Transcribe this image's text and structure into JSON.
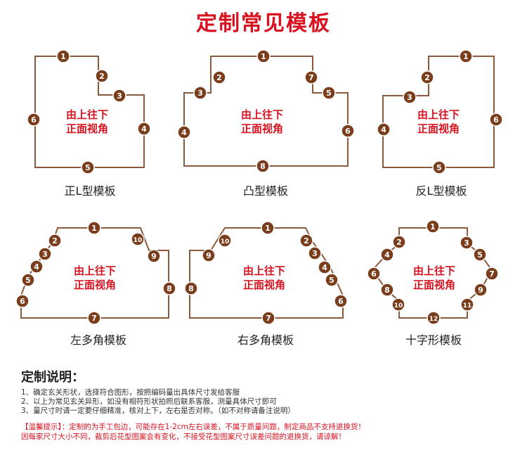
{
  "title": "定制常见模板",
  "center_text": [
    "由上往下",
    "正面视角"
  ],
  "colors": {
    "title": "#d8121f",
    "outline": "#8a5a3c",
    "badge": "#7a3e1c",
    "center_text": "#d8121f",
    "tip_text": "#d8121f"
  },
  "shapes": [
    {
      "label": "正L型模板",
      "numbers": [
        "1",
        "2",
        "3",
        "4",
        "5",
        "6"
      ]
    },
    {
      "label": "凸型模板",
      "numbers": [
        "1",
        "2",
        "3",
        "4",
        "5",
        "6",
        "7",
        "8"
      ]
    },
    {
      "label": "反L型模板",
      "numbers": [
        "1",
        "2",
        "3",
        "4",
        "5",
        "6"
      ]
    },
    {
      "label": "左多角模板",
      "numbers": [
        "1",
        "2",
        "3",
        "4",
        "5",
        "6",
        "7",
        "8",
        "9",
        "10"
      ]
    },
    {
      "label": "右多角模板",
      "numbers": [
        "1",
        "2",
        "3",
        "4",
        "5",
        "6",
        "7",
        "8",
        "9",
        "10"
      ]
    },
    {
      "label": "十字形模板",
      "numbers": [
        "1",
        "2",
        "3",
        "4",
        "5",
        "6",
        "7",
        "8",
        "9",
        "10",
        "11",
        "12"
      ]
    }
  ],
  "notes": {
    "heading": "定制说明：",
    "lines": [
      "1、确定玄关形状，选择符合图形，按照编码量出具体尺寸发给客服",
      "2、以上为常见玄关异形，如没有相符形状拍照后联系客服，测量具体尺寸即可",
      "3、量尺寸时请一定要仔细精准，核对上下，左右是否对称。（如不对称请备注说明）"
    ]
  },
  "tips": {
    "lines": [
      "【温馨提示】：定制的为手工包边，可能存在1-2cm左右误差，不属于质量问题，制定商品不支持退换货！",
      "因每家尺寸大小不同，裁剪后花型图案会有变化，不接受花型图案尺寸误差问题的退换货，请谅解！"
    ]
  }
}
